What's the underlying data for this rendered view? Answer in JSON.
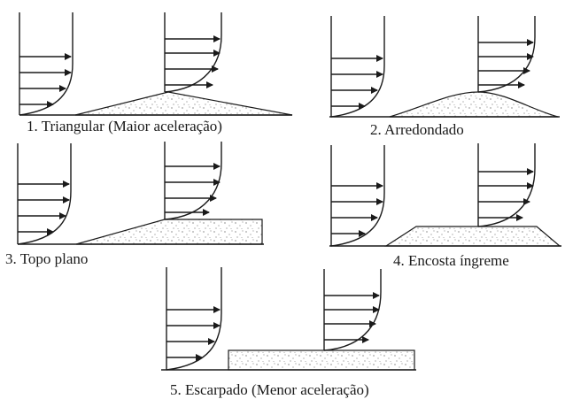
{
  "captions": [
    "1. Triangular (Maior aceleração)",
    "2. Arredondado",
    "3. Topo plano",
    "4. Encosta íngreme",
    "5. Escarpado (Menor aceleração)"
  ],
  "colors": {
    "ink": "#1a1a1a",
    "background": "#ffffff",
    "speckle": "#444444"
  }
}
